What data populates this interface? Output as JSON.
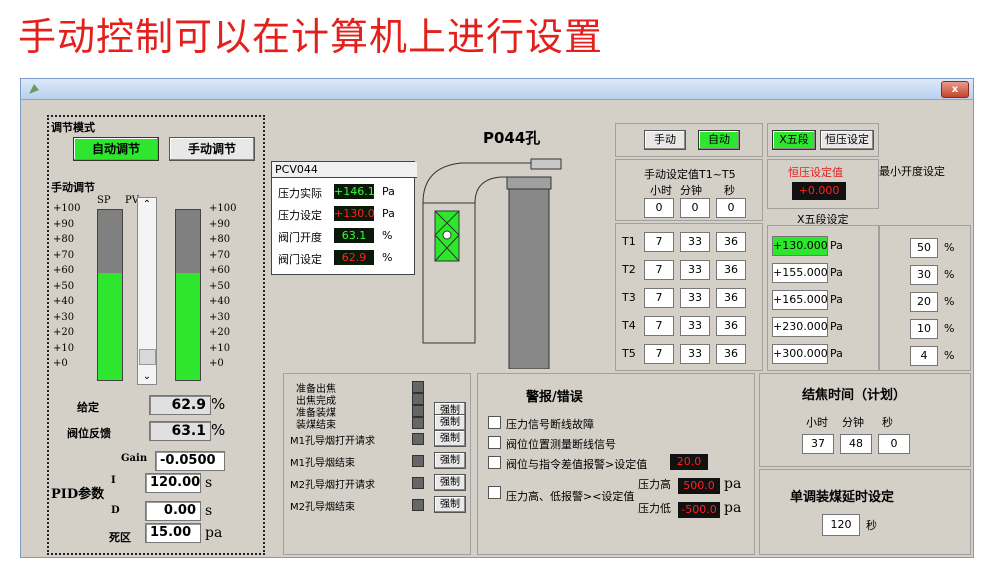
{
  "page_title": "手动控制可以在计算机上进行设置",
  "window": {
    "close_label": "x"
  },
  "mode": {
    "title": "调节模式",
    "auto_label": "自动调节",
    "manual_label": "手动调节"
  },
  "manual_adjust": {
    "title": "手动调节",
    "sp_label": "SP",
    "pv_label": "PV",
    "scale_left": [
      "+100",
      "+90",
      "+80",
      "+70",
      "+60",
      "+50",
      "+40",
      "+30",
      "+20",
      "+10",
      "+0"
    ],
    "scale_right": [
      "+100",
      "+90",
      "+80",
      "+70",
      "+60",
      "+50",
      "+40",
      "+30",
      "+20",
      "+10",
      "+0"
    ],
    "sp_level": 0.63,
    "pv_level": 0.63,
    "slider_level": 0.05
  },
  "given": {
    "label": "给定",
    "value": "62.9",
    "unit": "%"
  },
  "feedback": {
    "label": "阀位反馈",
    "value": "63.1",
    "unit": "%"
  },
  "pid": {
    "gain_label": "Gain",
    "gain_value": "-0.0500",
    "title": "PID参数",
    "i_label": "I",
    "i_value": "120.00",
    "i_unit": "s",
    "d_label": "D",
    "d_value": "0.00",
    "d_unit": "s",
    "deadzone_label": "死区",
    "deadzone_value": "15.00",
    "deadzone_unit": "pa"
  },
  "pcv": {
    "title": "PCV044",
    "rows": [
      {
        "label": "压力实际",
        "value": "+146.1",
        "unit": "Pa",
        "color": "#33ff33"
      },
      {
        "label": "压力设定",
        "value": "+130.0",
        "unit": "Pa",
        "color": "#ff2222"
      },
      {
        "label": "阀门开度",
        "value": "63.1",
        "unit": "%",
        "color": "#33ff33"
      },
      {
        "label": "阀门设定",
        "value": "62.9",
        "unit": "%",
        "color": "#ff2222"
      }
    ]
  },
  "hole_title": "P044孔",
  "control_buttons": {
    "manual": "手动",
    "auto": "自动",
    "x5": "X五段",
    "const": "恒压设定"
  },
  "manual_setpoints": {
    "title": "手动设定值T1~T5",
    "hour": "小时",
    "minute": "分钟",
    "second": "秒",
    "values": [
      "0",
      "0",
      "0"
    ]
  },
  "const_pressure": {
    "title": "恒压设定值",
    "value": "+0.000"
  },
  "x5_setting": {
    "title": "X五段设定",
    "values": [
      "+130.000",
      "+155.000",
      "+165.000",
      "+230.000",
      "+300.000"
    ],
    "unit": "Pa"
  },
  "min_open": {
    "title": "最小开度设定",
    "values": [
      "50",
      "30",
      "20",
      "10",
      "4"
    ],
    "unit": "%"
  },
  "periods": [
    {
      "label": "T1",
      "h": "7",
      "m": "33",
      "s": "36"
    },
    {
      "label": "T2",
      "h": "7",
      "m": "33",
      "s": "36"
    },
    {
      "label": "T3",
      "h": "7",
      "m": "33",
      "s": "36"
    },
    {
      "label": "T4",
      "h": "7",
      "m": "33",
      "s": "36"
    },
    {
      "label": "T5",
      "h": "7",
      "m": "33",
      "s": "36"
    }
  ],
  "status": {
    "items": [
      {
        "label": "准备出焦"
      },
      {
        "label": "出焦完成"
      },
      {
        "label": "准备装煤",
        "btn": "强制"
      },
      {
        "label": "装煤结束",
        "btn": "强制"
      },
      {
        "label": "M1孔导烟打开请求",
        "btn": "强制"
      },
      {
        "label": "M1孔导烟结束",
        "btn": "强制"
      },
      {
        "label": "M2孔导烟打开请求",
        "btn": "强制"
      },
      {
        "label": "M2孔导烟结束",
        "btn": "强制"
      }
    ]
  },
  "alarms": {
    "title": "警报/错误",
    "items": [
      "压力信号断线故障",
      "阀位位置测量断线信号",
      "阀位与指令差值报警>设定值",
      "压力高、低报警><设定值"
    ],
    "diff_value": "20.0",
    "high_label": "压力高",
    "high_value": "500.0",
    "low_label": "压力低",
    "low_value": "-500.0",
    "unit": "pa"
  },
  "coking": {
    "title": "结焦时间（计划）",
    "hour": "小时",
    "minute": "分钟",
    "second": "秒",
    "values": [
      "37",
      "48",
      "0"
    ]
  },
  "delay": {
    "title": "单调装煤延时设定",
    "value": "120",
    "unit": "秒"
  },
  "colors": {
    "accent_green": "#2ee62e",
    "alarm_red": "#ff2222",
    "title_red": "#e3201b",
    "hole_blue": "#1a2fd6"
  }
}
